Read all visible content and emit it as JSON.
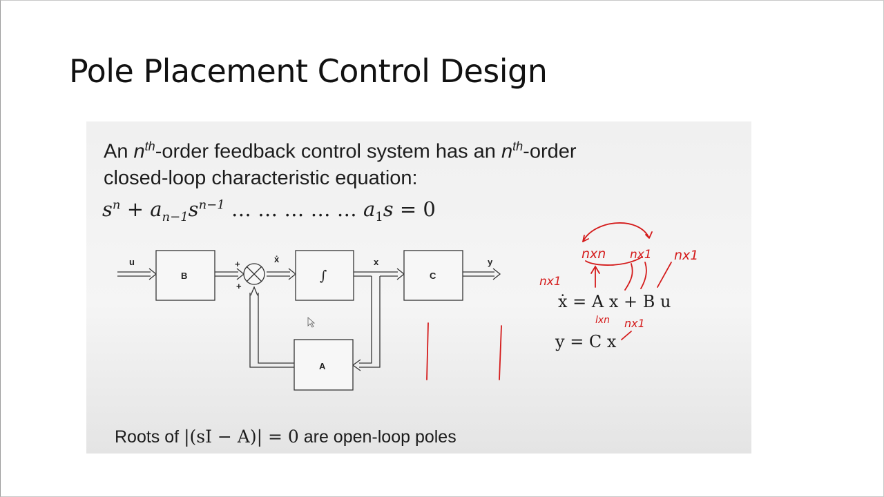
{
  "slide": {
    "title": "Pole Placement Control Design"
  },
  "intro": {
    "line1_a": "An ",
    "n1": "n",
    "th1": "th",
    "line1_b": "-order feedback control system has an ",
    "n2": "n",
    "th2": "th",
    "line1_c": "-order",
    "line2": "closed-loop characteristic equation:"
  },
  "equations": {
    "characteristic": {
      "s": "s",
      "n": "n",
      "plus": " + ",
      "a": "a",
      "sub_n1": "n−1",
      "s2": "s",
      "sup_n1": "n−1",
      "dots": " … … … … … ",
      "a1": "a",
      "sub_1": "1",
      "s3": "s",
      "eq": " = 0"
    },
    "state": "ẋ = A x + B u",
    "output": "y = C x"
  },
  "diagram": {
    "blocks": {
      "b": "B",
      "integrator": "∫",
      "c": "C",
      "a": "A"
    },
    "signals": {
      "u": "u",
      "xdot": "ẋ",
      "x": "x",
      "y": "y"
    },
    "summer_signs": {
      "top": "+",
      "bottom": "+"
    }
  },
  "handwritten": {
    "nxn_a": "nxn",
    "nx1_a": "nx1",
    "nx1_b": "nx1",
    "nx1_left": "nx1",
    "lxn": "lxn",
    "nx1_c": "nx1"
  },
  "footer": {
    "pre": "Roots of  ",
    "expr": "|(sI − A)| = 0",
    "post": "  are open-loop poles"
  },
  "colors": {
    "ink": "#d41a1a",
    "text": "#1c1c1c"
  }
}
